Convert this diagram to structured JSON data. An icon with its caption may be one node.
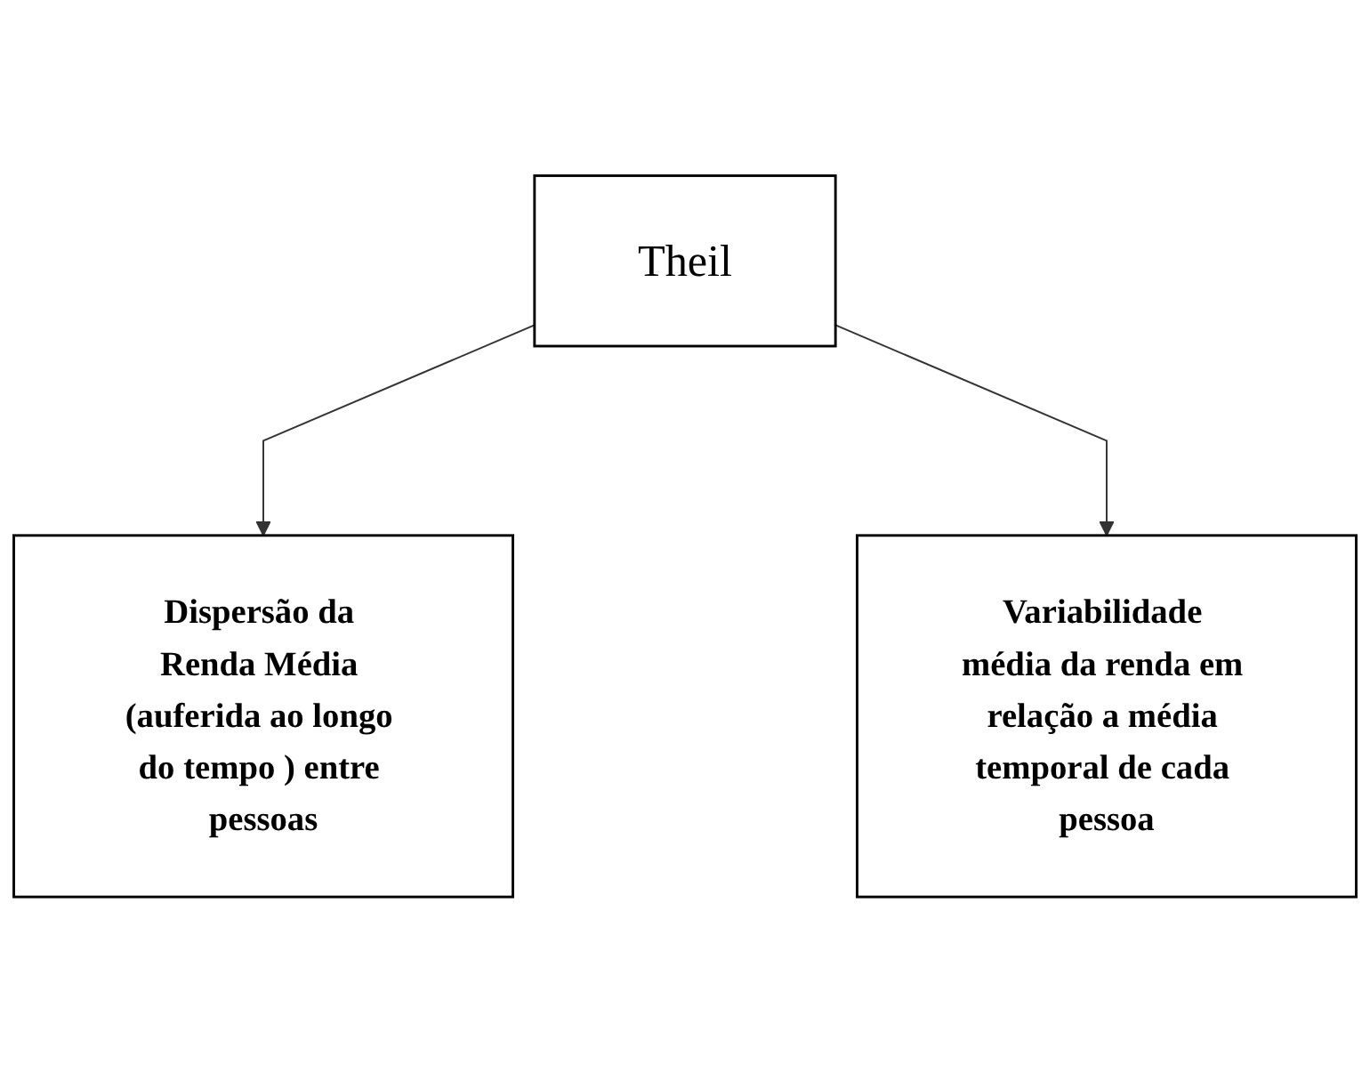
{
  "diagram": {
    "nodes": [
      {
        "text": [
          "Theil"
        ]
      },
      {
        "text": [
          "Dispersão da Renda Média (auferida ao longo do tempo ) entre pessoas"
        ]
      },
      {
        "text": [
          "Variabilidade média da renda em relação a média temporal de cada pessoa"
        ]
      }
    ],
    "edges": [
      {
        "from": 0,
        "to": 1,
        "arrow": "to"
      },
      {
        "from": 0,
        "to": 2,
        "arrow": "to"
      }
    ]
  }
}
